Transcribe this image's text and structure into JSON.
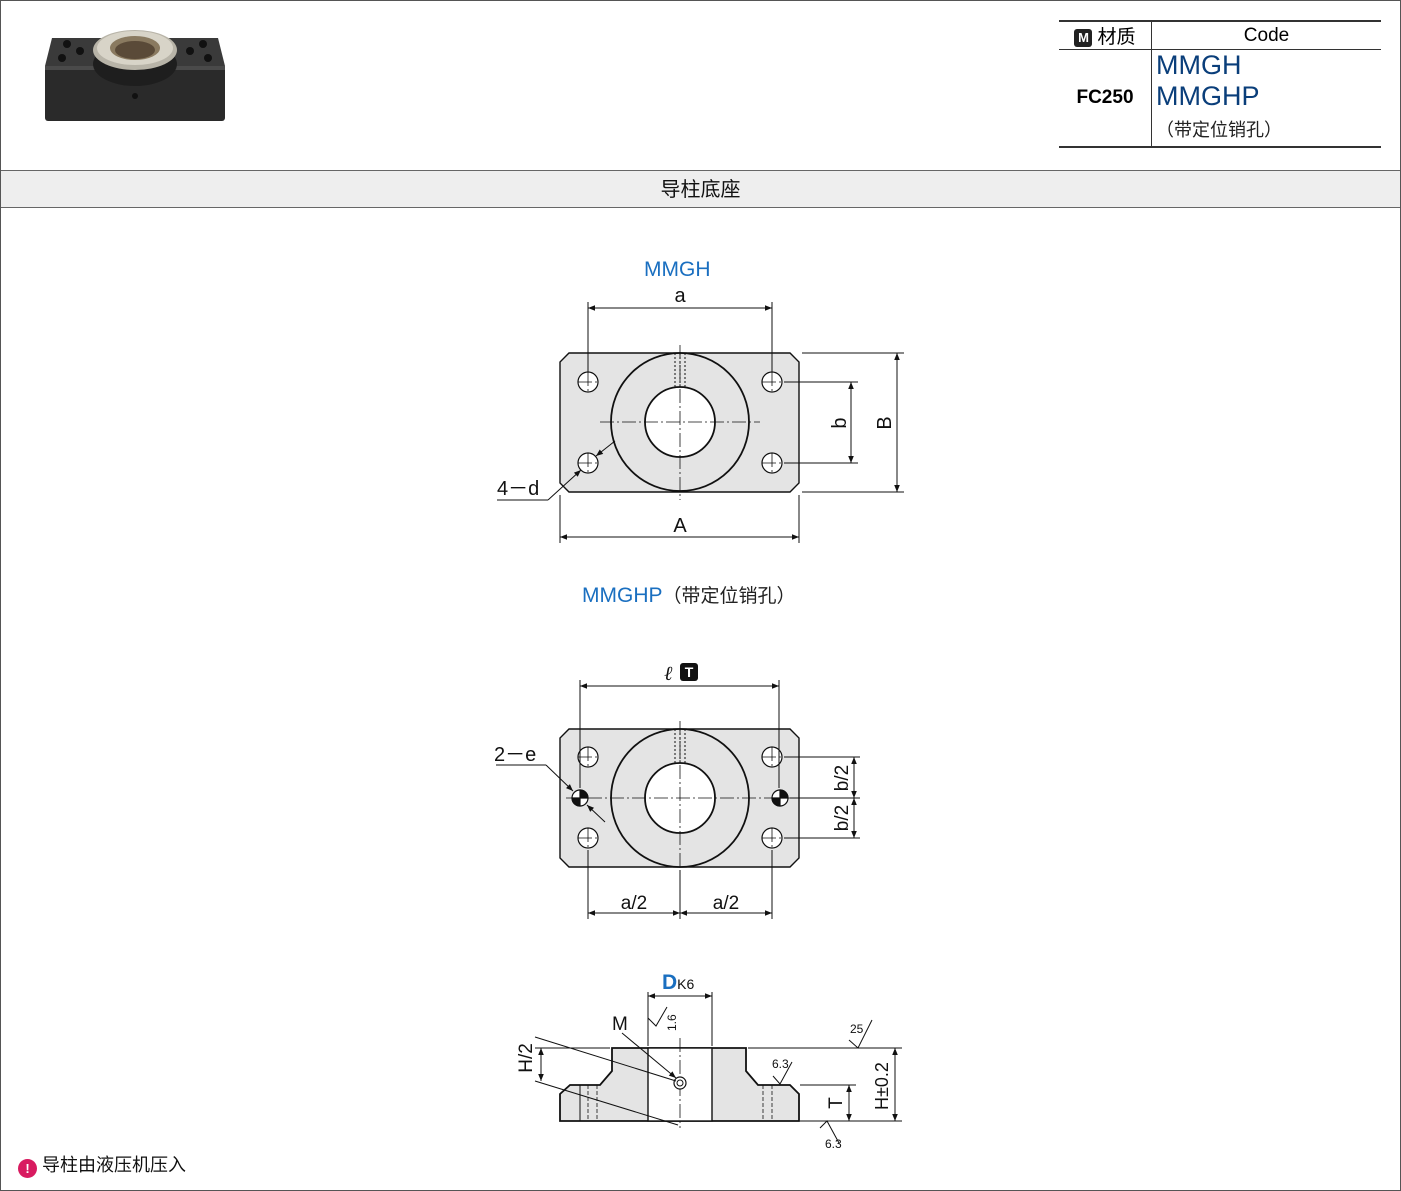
{
  "spec_table": {
    "header_material_badge": "M",
    "header_material": "材质",
    "header_code": "Code",
    "material": "FC250",
    "code_1": "MMGH",
    "code_2": "MMGHP",
    "code_2_note": "（带定位销孔）"
  },
  "section_title": "导柱底座",
  "top_view_1": {
    "title": "MMGH",
    "dim_a": "a",
    "dim_b": "b",
    "dim_A": "A",
    "dim_B": "B",
    "hole_label": "4－d"
  },
  "top_view_2": {
    "title": "MMGHP",
    "title_note": "（带定位销孔）",
    "dim_l": "ℓ",
    "dim_l_badge": "T",
    "pin_label": "2－e",
    "dim_b_half_1": "b/2",
    "dim_b_half_2": "b/2",
    "dim_a_half_1": "a/2",
    "dim_a_half_2": "a/2"
  },
  "side_view": {
    "dim_D": "D",
    "dim_D_tol": "K6",
    "thread_label": "M",
    "roughness_bore": "1.6",
    "roughness_top": "25",
    "roughness_step": "6.3",
    "roughness_bottom": "6.3",
    "dim_H_half": "H/2",
    "dim_T": "T",
    "dim_H": "H±0.2"
  },
  "footnote": {
    "icon": "!",
    "text": "导柱由液压机压入"
  }
}
